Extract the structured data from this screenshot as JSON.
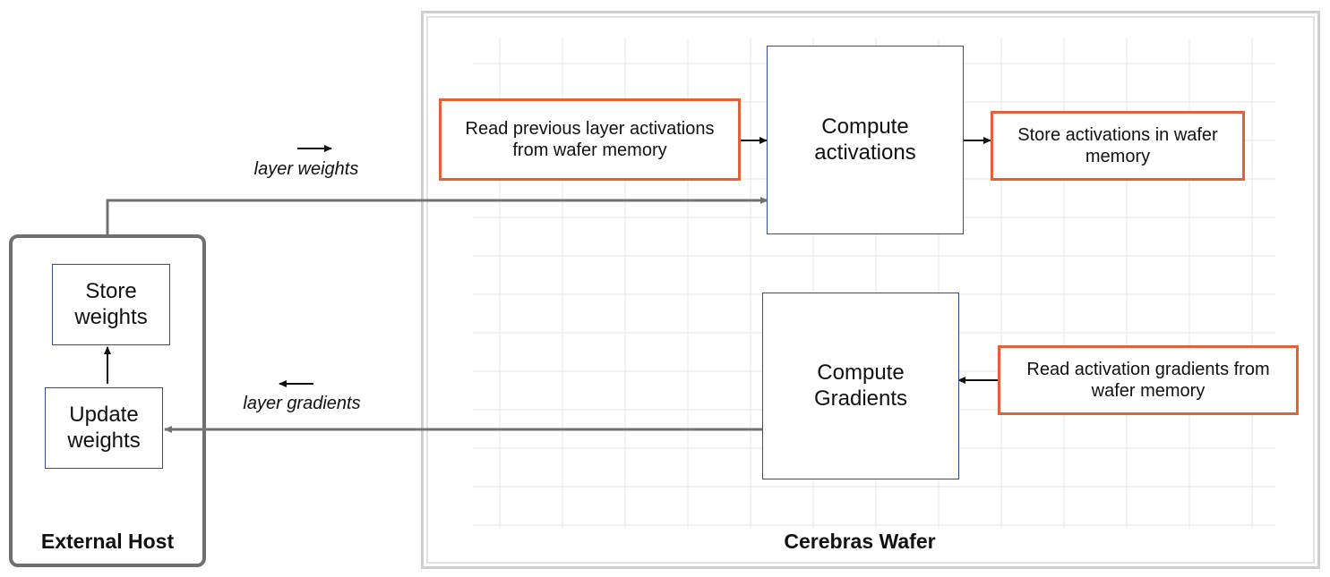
{
  "host": {
    "title": "External Host",
    "store_weights": "Store\nweights",
    "update_weights": "Update\nweights"
  },
  "wafer": {
    "title": "Cerebras Wafer",
    "read_prev": "Read previous layer activations\nfrom wafer memory",
    "compute_activations": "Compute\nactivations",
    "store_activations": "Store activations in wafer\nmemory",
    "compute_gradients": "Compute\nGradients",
    "read_gradients": "Read activation gradients from\nwafer memory"
  },
  "flows": {
    "weights_label": "layer weights",
    "gradients_label": "layer gradients"
  },
  "colors": {
    "blue_box": "#2f4a93",
    "orange_box": "#e0613a",
    "connector": "#737373",
    "grid": "#e6e6e6"
  }
}
